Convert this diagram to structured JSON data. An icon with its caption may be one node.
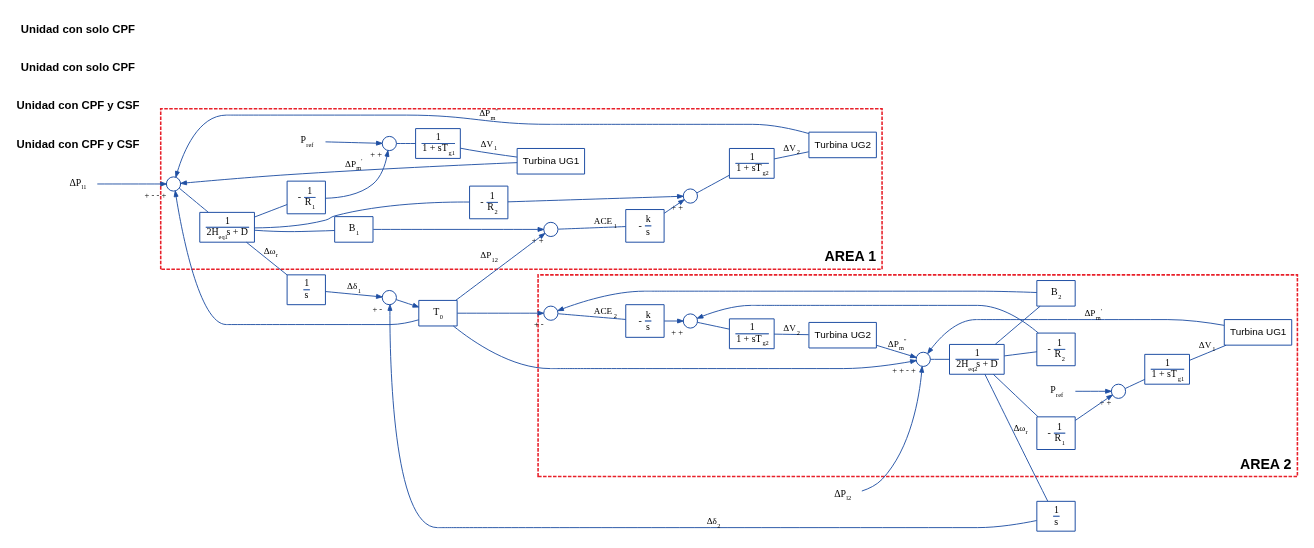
{
  "diagram": {
    "nodes": [
      {
        "text": [
          "AREA 1"
        ]
      },
      {
        "text": [
          "ΔP$_{l1}$"
        ]
      },
      {
        "text": [],
        "shape": "circle",
        "in": 0,
        "beside": [
          "+",
          "-",
          "-",
          "+"
        ]
      },
      {
        "text": [
          "Turbina UG2"
        ],
        "in": 0
      },
      {
        "text": [
          "1",
          "1 + sT$_{g2}$"
        ],
        "in": 0
      },
      {
        "text": [],
        "shape": "circle",
        "in": 0,
        "beside": [
          "+",
          "+"
        ]
      },
      {
        "text": [
          "-",
          "1",
          "R$_{2}$"
        ],
        "in": 0
      },
      {
        "text": [
          "-",
          "k",
          "s"
        ],
        "in": 0
      },
      {
        "text": [],
        "shape": "circle",
        "in": 0,
        "beside": [
          "+",
          "+"
        ]
      },
      {
        "text": [
          "B$_{1}$"
        ],
        "in": 0
      },
      {
        "text": [
          "1",
          "2H$_{eq1}$s + D"
        ],
        "in": 0
      },
      {
        "text": [
          "Turbina UG1"
        ],
        "in": 0
      },
      {
        "text": [
          "1",
          "1 + sT$_{g1}$"
        ],
        "in": 0
      },
      {
        "text": [],
        "shape": "circle",
        "in": 0,
        "beside": [
          "+",
          "+"
        ]
      },
      {
        "text": [
          "-",
          "1",
          "R$_{1}$"
        ],
        "in": 0
      },
      {
        "text": [
          "P$_{ref}$"
        ],
        "in": 0
      },
      {
        "text": [
          "1",
          "s"
        ]
      },
      {
        "text": [],
        "shape": "circle",
        "beside": [
          "+",
          "-"
        ]
      },
      {
        "text": [
          "T$_{0}$"
        ]
      },
      {
        "text": [
          "1",
          "s"
        ]
      },
      {
        "text": [
          "AREA 2"
        ]
      },
      {
        "text": [],
        "shape": "circle",
        "in": 20,
        "beside": [
          "+",
          "-"
        ]
      },
      {
        "text": [
          "-",
          "k",
          "s"
        ],
        "in": 20
      },
      {
        "text": [
          "B$_{2}$"
        ],
        "in": 20
      },
      {
        "text": [
          "-",
          "1",
          "R$_{2}$"
        ],
        "in": 20
      },
      {
        "text": [],
        "shape": "circle",
        "in": 20,
        "beside": [
          "+",
          "+"
        ]
      },
      {
        "text": [
          "1",
          "1 + sT$_{g2}$"
        ],
        "in": 20
      },
      {
        "text": [
          "Turbina UG2"
        ],
        "in": 20
      },
      {
        "text": [
          "1",
          "2H$_{eq2}$s + D"
        ],
        "in": 20
      },
      {
        "text": [],
        "shape": "circle",
        "in": 20,
        "beside": [
          "+",
          "+",
          "-",
          "+"
        ]
      },
      {
        "text": [
          "ΔP$_{l2}$"
        ]
      },
      {
        "text": [
          "-",
          "1",
          "R$_{1}$"
        ],
        "in": 20
      },
      {
        "text": [],
        "shape": "circle",
        "in": 20,
        "beside": [
          "+",
          "+"
        ]
      },
      {
        "text": [
          "1",
          "1 + sT$_{g1}$"
        ],
        "in": 20
      },
      {
        "text": [
          "Turbina UG1"
        ],
        "in": 20
      },
      {
        "text": [
          "P$_{ref}$"
        ],
        "in": 20
      }
    ],
    "edges": [
      {
        "from": 1,
        "to": 2,
        "arrow": "to"
      },
      {
        "from": 3,
        "to": 2,
        "arrow": "to",
        "label": "ΔP$_{m}$$^{''}$"
      },
      {
        "from": 11,
        "to": 2,
        "arrow": "to",
        "label": "ΔP$_{m}$$^{'}$"
      },
      {
        "from": 2,
        "to": 10,
        "arrow": "none"
      },
      {
        "from": 10,
        "to": 16,
        "arrow": "none",
        "label": "Δω$_{r}$"
      },
      {
        "from": 10,
        "to": 14,
        "arrow": "none"
      },
      {
        "from": 10,
        "to": 6,
        "arrow": "none"
      },
      {
        "from": 10,
        "to": 9,
        "arrow": "none"
      },
      {
        "from": 9,
        "to": 8,
        "arrow": "to"
      },
      {
        "from": 8,
        "to": 7,
        "arrow": "none",
        "label": "ACE$_{1}$"
      },
      {
        "from": 7,
        "to": 5,
        "arrow": "to"
      },
      {
        "from": 6,
        "to": 5,
        "arrow": "to"
      },
      {
        "from": 5,
        "to": 4,
        "arrow": "none"
      },
      {
        "from": 4,
        "to": 3,
        "arrow": "none",
        "label": "ΔV$_{2}$"
      },
      {
        "from": 14,
        "to": 13,
        "arrow": "to"
      },
      {
        "from": 15,
        "to": 13,
        "arrow": "to"
      },
      {
        "from": 13,
        "to": 12,
        "arrow": "none"
      },
      {
        "from": 12,
        "to": 11,
        "arrow": "none",
        "label": "ΔV$_{1}$"
      },
      {
        "from": 16,
        "to": 17,
        "arrow": "to",
        "label": "Δδ$_{1}$"
      },
      {
        "from": 19,
        "to": 17,
        "arrow": "to",
        "label": "Δδ$_{2}$"
      },
      {
        "from": 17,
        "to": 18,
        "arrow": "to"
      },
      {
        "from": 18,
        "to": 8,
        "arrow": "to",
        "label": "ΔP$_{12}$"
      },
      {
        "from": 18,
        "to": 2,
        "arrow": "to"
      },
      {
        "from": 18,
        "to": 21,
        "arrow": "to"
      },
      {
        "from": 18,
        "to": 29,
        "arrow": "to"
      },
      {
        "from": 28,
        "to": 19,
        "arrow": "none",
        "label": "Δω$_{r}$"
      },
      {
        "from": 29,
        "to": 28,
        "arrow": "none"
      },
      {
        "from": 28,
        "to": 23,
        "arrow": "none"
      },
      {
        "from": 28,
        "to": 24,
        "arrow": "none"
      },
      {
        "from": 28,
        "to": 31,
        "arrow": "none"
      },
      {
        "from": 23,
        "to": 21,
        "arrow": "to"
      },
      {
        "from": 21,
        "to": 22,
        "arrow": "none",
        "label": "ACE$_{2}$"
      },
      {
        "from": 22,
        "to": 25,
        "arrow": "to"
      },
      {
        "from": 24,
        "to": 25,
        "arrow": "to"
      },
      {
        "from": 25,
        "to": 26,
        "arrow": "none"
      },
      {
        "from": 26,
        "to": 27,
        "arrow": "none",
        "label": "ΔV$_{2}$"
      },
      {
        "from": 27,
        "to": 29,
        "arrow": "to",
        "label": "ΔP$_{m}$$^{''}$"
      },
      {
        "from": 30,
        "to": 29,
        "arrow": "to"
      },
      {
        "from": 31,
        "to": 32,
        "arrow": "to"
      },
      {
        "from": 35,
        "to": 32,
        "arrow": "to"
      },
      {
        "from": 32,
        "to": 33,
        "arrow": "none"
      },
      {
        "from": 33,
        "to": 34,
        "arrow": "none",
        "label": "ΔV$_{1}$"
      },
      {
        "from": 34,
        "to": 29,
        "arrow": "to",
        "label": "ΔP$_{m}$$^{'}$"
      }
    ],
    "labels": [
      "Unidad con CPF y CSF",
      "Unidad con CPF y CSF",
      "Unidad con solo CPF",
      "Unidad con solo CPF"
    ]
  }
}
